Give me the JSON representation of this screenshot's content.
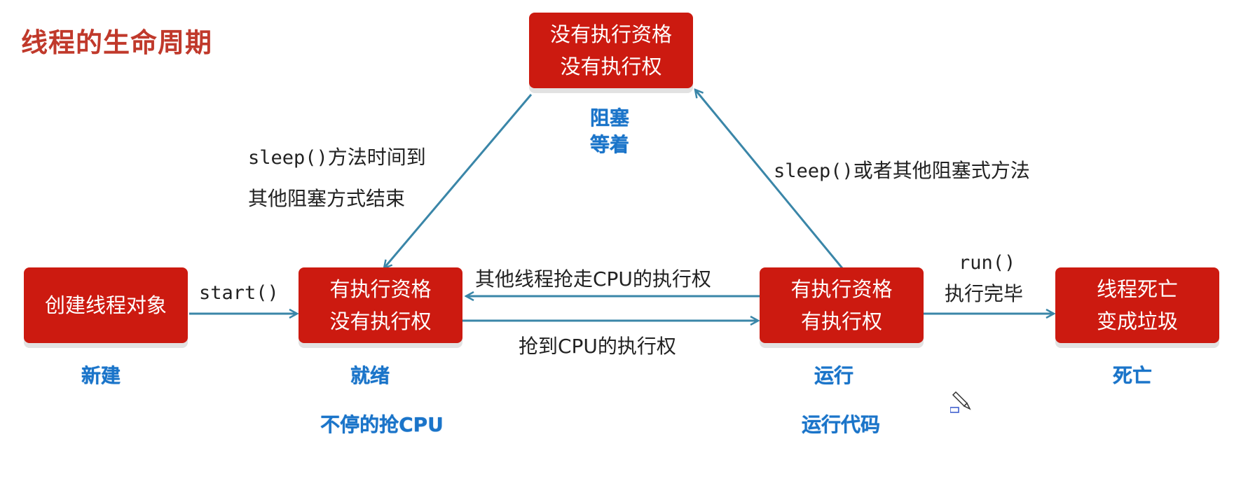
{
  "title": "线程的生命周期",
  "boxes": {
    "new": {
      "line1": "创建线程对象",
      "line2": ""
    },
    "ready": {
      "line1": "有执行资格",
      "line2": "没有执行权"
    },
    "running": {
      "line1": "有执行资格",
      "line2": "有执行权"
    },
    "dead": {
      "line1": "线程死亡",
      "line2": "变成垃圾"
    },
    "blocked": {
      "line1": "没有执行资格",
      "line2": "没有执行权"
    }
  },
  "states": {
    "new": "新建",
    "ready": "就绪",
    "ready_note": "不停的抢CPU",
    "running": "运行",
    "running_note": "运行代码",
    "dead": "死亡",
    "blocked_1": "阻塞",
    "blocked_2": "等着"
  },
  "labels": {
    "start": "start()",
    "wake_1a": "sleep()",
    "wake_1b": "方法时间到",
    "wake_2": "其他阻塞方式结束",
    "block_a": "sleep()",
    "block_b": "或者其他阻塞式方法",
    "preempt": "其他线程抢走CPU的执行权",
    "grab": "抢到CPU的执行权",
    "run": "run()",
    "done": "执行完毕"
  },
  "colors": {
    "box": "#cc1a10",
    "title": "#c0392b",
    "state": "#1a74c9",
    "arrow": "#3a86a8"
  }
}
